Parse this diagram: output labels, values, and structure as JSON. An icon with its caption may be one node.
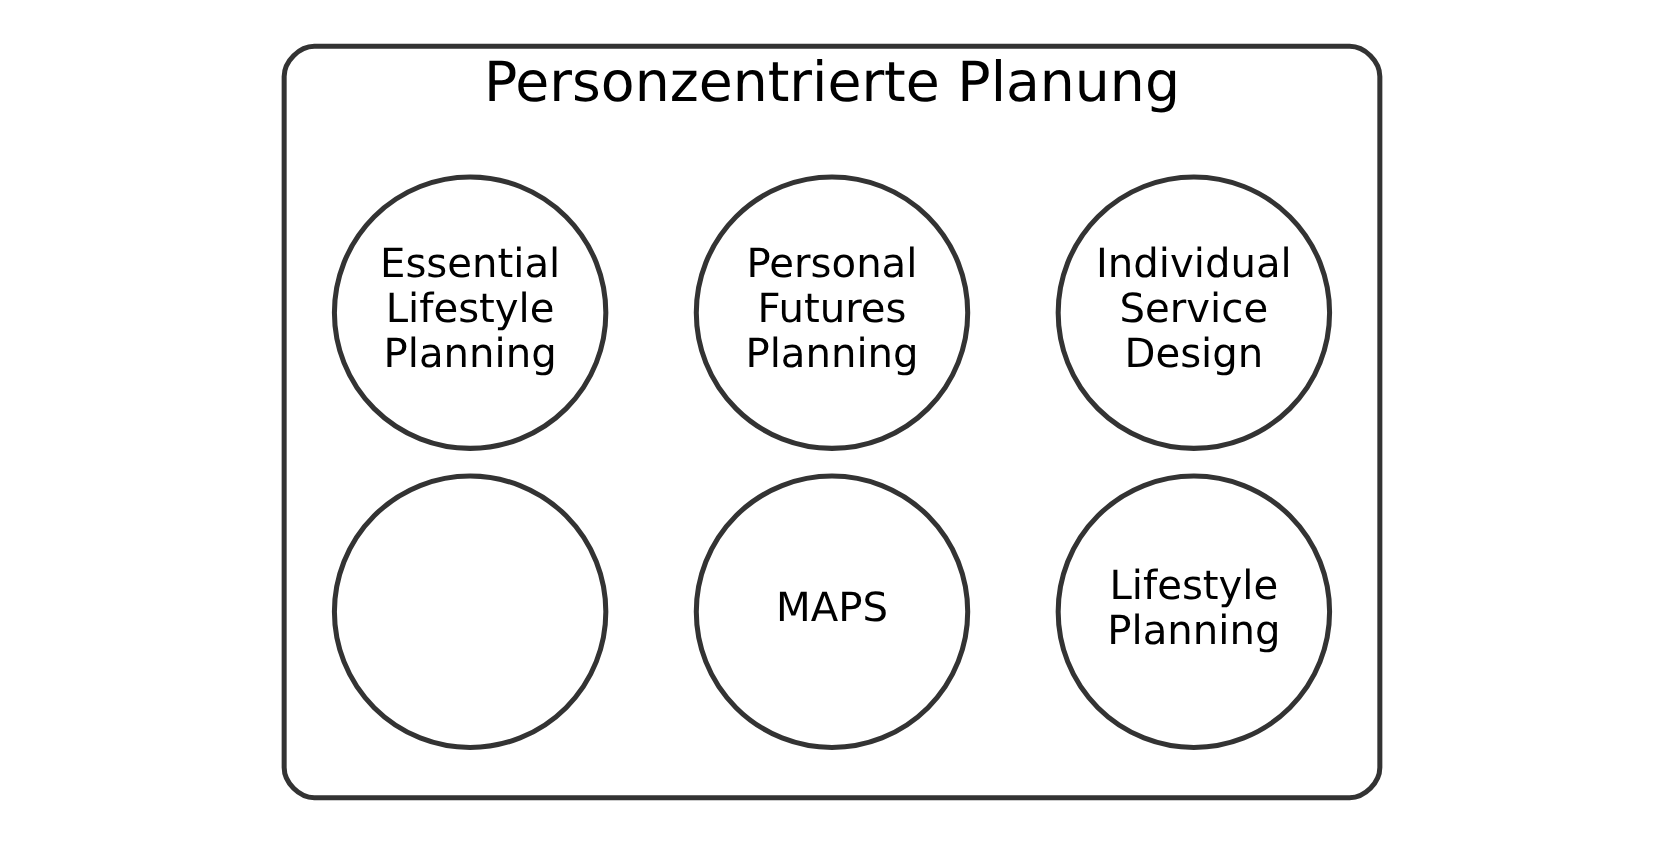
{
  "diagram": {
    "nodes": [
      {
        "text": [
          "Personzentrierte Planung"
        ]
      },
      {
        "text": [
          "Individual Service Design"
        ],
        "in": 0
      },
      {
        "text": [
          "Personal Futures Planning"
        ],
        "in": 0
      },
      {
        "text": [
          "Essential Lifestyle Planning"
        ],
        "in": 0
      },
      {
        "text": [
          "Lifestyle Planning"
        ],
        "in": 0
      },
      {
        "text": [
          "MAPS"
        ],
        "in": 0
      },
      {
        "text": [],
        "shape": "circle",
        "in": 0
      }
    ],
    "edges": []
  }
}
